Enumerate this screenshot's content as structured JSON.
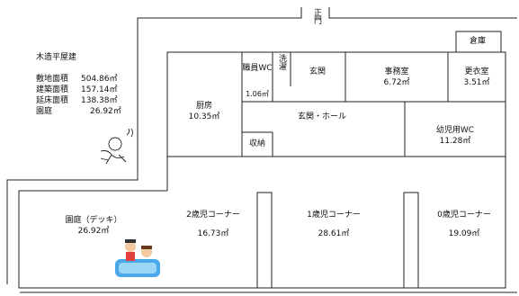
{
  "building": {
    "title": "木造平屋建",
    "specs": [
      {
        "label": "敷地面積",
        "value": "504.86㎡"
      },
      {
        "label": "建築面積",
        "value": "157.14㎡"
      },
      {
        "label": "延床面積",
        "value": "138.38㎡"
      },
      {
        "label": "園庭",
        "value": "26.92㎡"
      }
    ]
  },
  "main_gate": "正門",
  "rooms": {
    "storage": "倉庫",
    "staff_wc": {
      "name": "職員WC",
      "area": "1.06㎡"
    },
    "laundry": "洗濯",
    "entrance": "玄関",
    "office": {
      "name": "事務室",
      "area": "6.72㎡"
    },
    "locker": {
      "name": "更衣室",
      "area": "3.51㎡"
    },
    "kitchen": {
      "name": "厨房",
      "area": "10.35㎡"
    },
    "hall": "玄関・ホール",
    "child_wc": {
      "name": "幼児用WC",
      "area": "11.28㎡"
    },
    "closet": "収納",
    "corner2": {
      "name": "2歳児コーナー",
      "area": "16.73㎡"
    },
    "corner1": {
      "name": "1歳児コーナー",
      "area": "28.61㎡"
    },
    "corner0": {
      "name": "0歳児コーナー",
      "area": "19.09㎡"
    },
    "deck": {
      "name": "園庭（デッキ）",
      "area": "26.92㎡"
    }
  }
}
